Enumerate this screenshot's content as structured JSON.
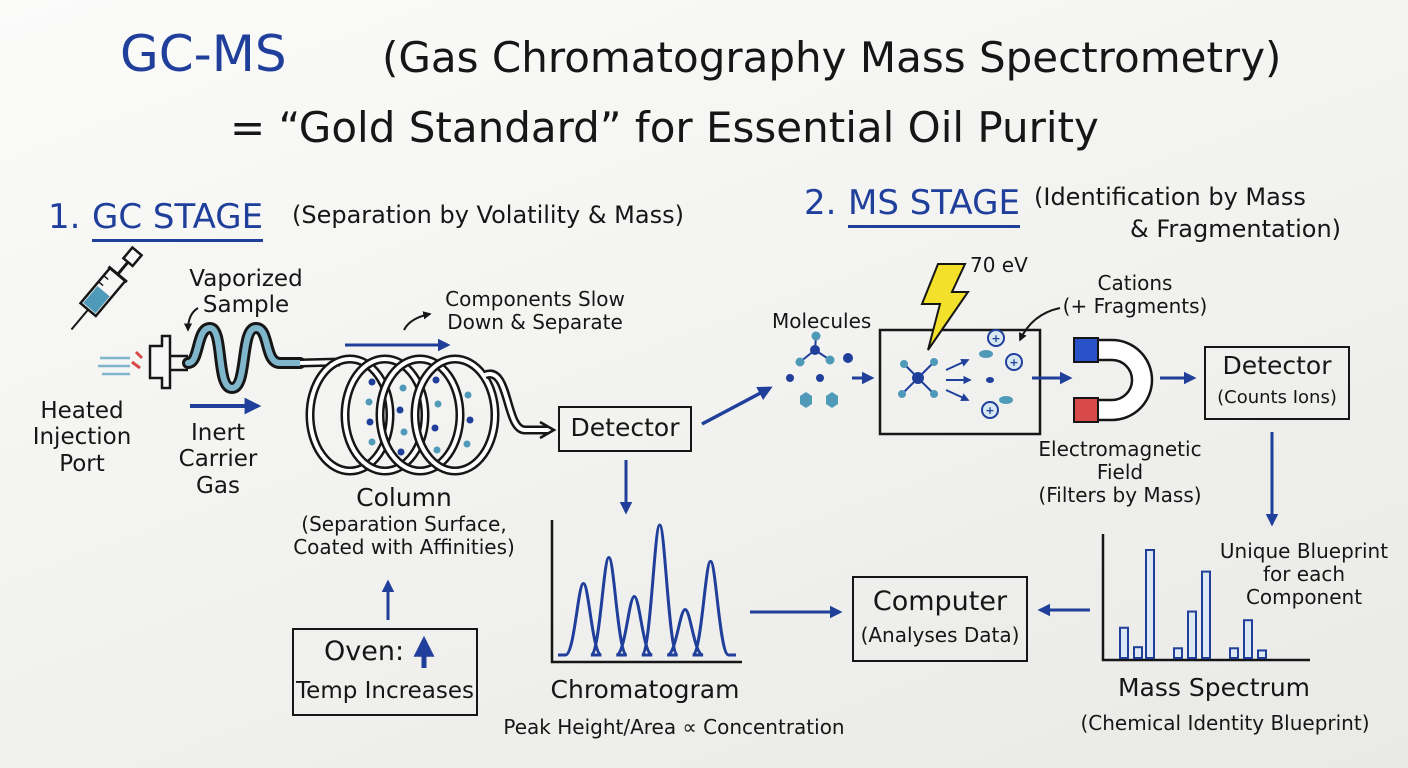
{
  "title": {
    "line1_main": "GC-MS",
    "line1_sub": "(Gas Chromatography Mass Spectrometry)",
    "line2": "= “Gold Standard” for Essential Oil Purity"
  },
  "gc_stage": {
    "number": "1.",
    "heading": "GC STAGE",
    "subtitle": "(Separation by Volatility & Mass)",
    "injection_port_label": [
      "Heated",
      "Injection",
      "Port"
    ],
    "vaporized_sample_label": [
      "Vaporized",
      "Sample"
    ],
    "carrier_gas_label": [
      "Inert",
      "Carrier",
      "Gas"
    ],
    "components_label": [
      "Components Slow",
      "Down & Separate"
    ],
    "column_label": [
      "Column",
      "(Separation Surface,",
      "Coated with Affinities)"
    ],
    "oven_label": "Oven:",
    "oven_sub": "Temp Increases",
    "detector_label": "Detector",
    "chromatogram_label": "Chromatogram",
    "chromatogram_sub": "Peak Height/Area ∝ Concentration"
  },
  "ms_stage": {
    "number": "2.",
    "heading": "MS STAGE",
    "subtitle": [
      "(Identification by Mass",
      "& Fragmentation)"
    ],
    "energy_label": "70 eV",
    "molecules_label": "Molecules",
    "cations_label": [
      "Cations",
      "(+ Fragments)"
    ],
    "field_label": [
      "Electromagnetic",
      "Field",
      "(Filters by Mass)"
    ],
    "detector_label": "Detector",
    "detector_sub": "(Counts Ions)",
    "blueprint_label": [
      "Unique Blueprint",
      "for each",
      "Component"
    ],
    "spectrum_label": "Mass Spectrum",
    "spectrum_sub": "(Chemical Identity Blueprint)"
  },
  "computer": {
    "label": "Computer",
    "sub": "(Analyses Data)"
  },
  "colors": {
    "ink": "#161616",
    "blue_ink": "#1f3f9a",
    "teal": "#4f9ab8",
    "lightning": "#f2e02a",
    "magnet_blue": "#2a52c8",
    "magnet_red": "#d84a4a"
  },
  "chart_data": [
    {
      "type": "line",
      "name": "chromatogram",
      "title": "Chromatogram",
      "xlabel": "",
      "ylabel": "",
      "peak_heights": [
        0.55,
        0.75,
        0.45,
        1.0,
        0.35,
        0.72
      ],
      "grid": false
    },
    {
      "type": "bar",
      "name": "mass-spectrum",
      "title": "Mass Spectrum",
      "xlabel": "",
      "ylabel": "",
      "values": [
        0.28,
        0.1,
        1.0,
        0.09,
        0.43,
        0.8,
        0.09,
        0.35,
        0.07
      ],
      "grid": false
    }
  ]
}
